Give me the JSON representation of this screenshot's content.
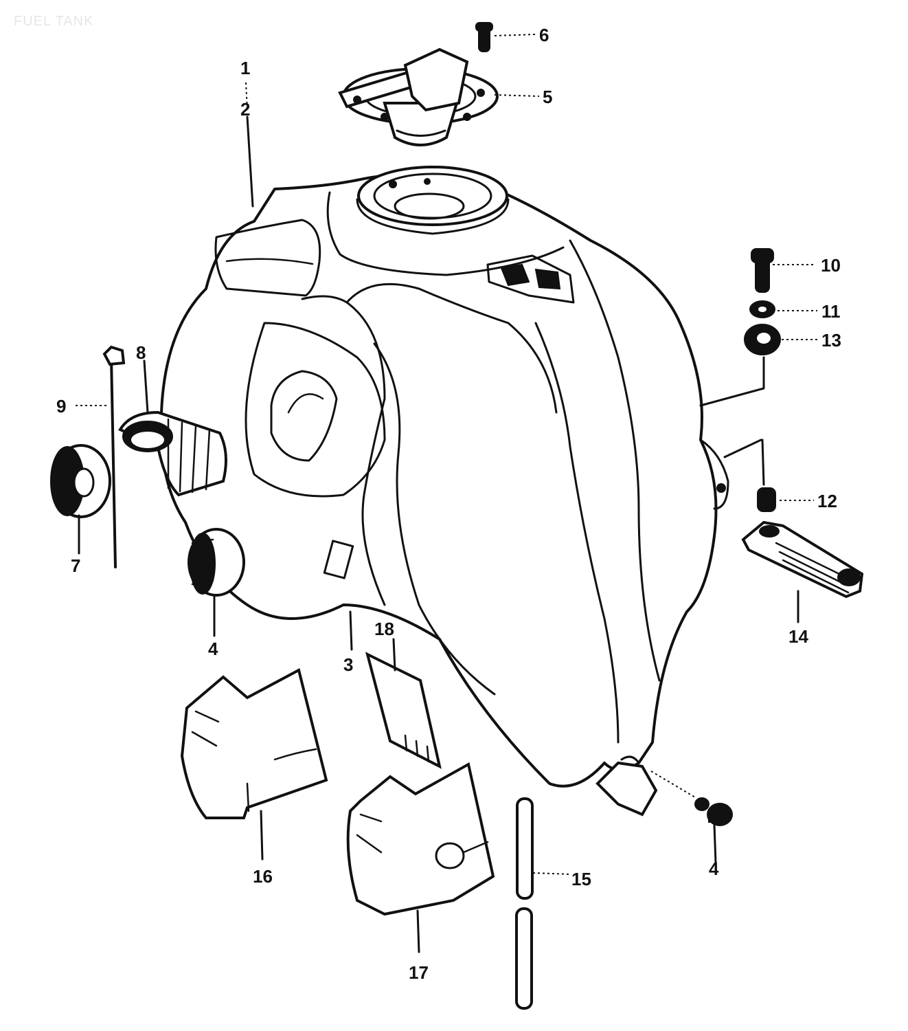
{
  "diagram": {
    "title": "FUEL TANK",
    "labels": [
      {
        "id": "l1",
        "text": "1"
      },
      {
        "id": "l2",
        "text": "2"
      },
      {
        "id": "l3",
        "text": "3"
      },
      {
        "id": "l4a",
        "text": "4"
      },
      {
        "id": "l4b",
        "text": "4"
      },
      {
        "id": "l5",
        "text": "5"
      },
      {
        "id": "l6",
        "text": "6"
      },
      {
        "id": "l7",
        "text": "7"
      },
      {
        "id": "l8",
        "text": "8"
      },
      {
        "id": "l9",
        "text": "9"
      },
      {
        "id": "l10",
        "text": "10"
      },
      {
        "id": "l11",
        "text": "11"
      },
      {
        "id": "l12",
        "text": "12"
      },
      {
        "id": "l13",
        "text": "13"
      },
      {
        "id": "l14",
        "text": "14"
      },
      {
        "id": "l15",
        "text": "15"
      },
      {
        "id": "l16",
        "text": "16"
      },
      {
        "id": "l17",
        "text": "17"
      },
      {
        "id": "l18",
        "text": "18"
      }
    ]
  }
}
